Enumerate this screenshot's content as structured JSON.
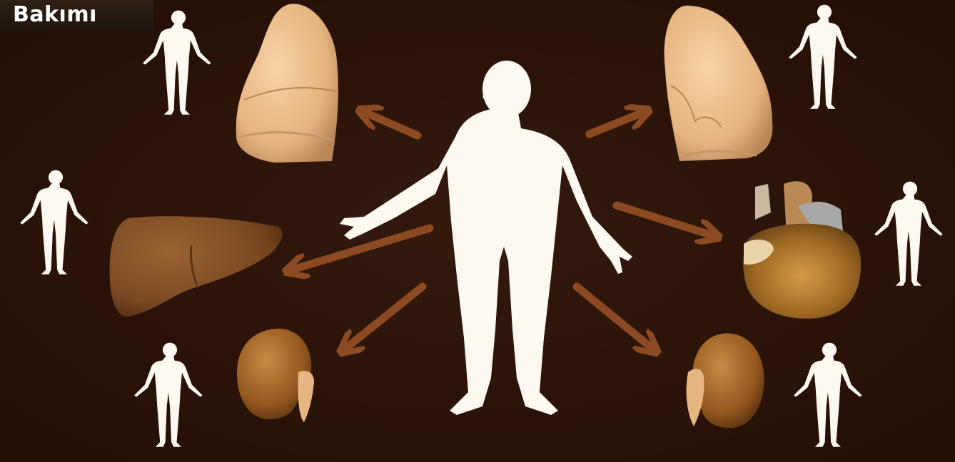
{
  "title": "Bakımı",
  "colors": {
    "background": "#2b1208",
    "silhouette": "#fdf9f1",
    "arrow": "#8c4a22",
    "lung": "#eec190",
    "liver": "#7e4b22",
    "kidney": "#a76a2c",
    "heart": "#b17a3b"
  },
  "figures": {
    "central": "human-silhouette-icon",
    "small": "small-human-silhouette-icon"
  },
  "organs": [
    "lung",
    "lung",
    "liver",
    "heart",
    "kidney",
    "kidney"
  ]
}
